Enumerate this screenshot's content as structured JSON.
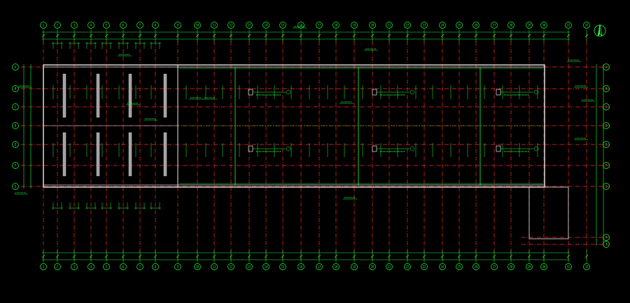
{
  "colors": {
    "background": "#000000",
    "grid_red": "#ff2a2a",
    "annotation_green": "#1fff3a",
    "white": "#e8e8e8",
    "hatch_gray": "#a0a0a0"
  },
  "drawing": {
    "title": "",
    "north_arrow_icon": "north-arrow-icon",
    "column_axes": [
      "1",
      "2",
      "3",
      "4",
      "5",
      "6",
      "7",
      "8",
      "9",
      "10",
      "11",
      "12",
      "13",
      "14",
      "15",
      "16",
      "17",
      "18",
      "19",
      "20",
      "21",
      "22",
      "23",
      "24",
      "25",
      "26",
      "27",
      "28",
      "29",
      "30",
      "31",
      "32"
    ],
    "row_axes": [
      "A",
      "B",
      "C",
      "D",
      "E",
      "F",
      "G",
      "H",
      "J"
    ]
  }
}
